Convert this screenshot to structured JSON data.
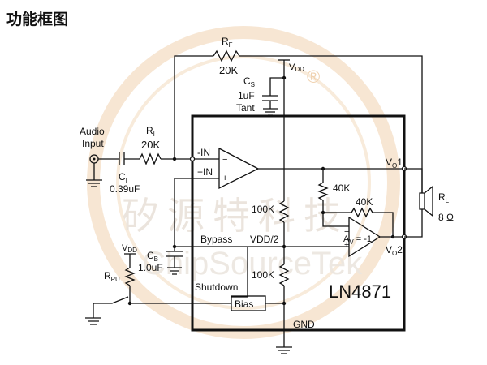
{
  "title": "功能框图",
  "watermark": {
    "chinese": "矽源特科技",
    "english": "ChipSourceTek",
    "registered": "®",
    "color": "#f3d9b8"
  },
  "chip": {
    "name": "LN4871"
  },
  "labels": {
    "rf": "RF",
    "rf_value": "20K",
    "vdd_top": "VDD",
    "cs": "CS",
    "cs_value": "1uF",
    "cs_type": "Tant",
    "audio_input_line1": "Audio",
    "audio_input_line2": "Input",
    "ri": "RI",
    "ri_value": "20K",
    "ci": "CI",
    "ci_value": "0.39uF",
    "minus_in": "-IN",
    "plus_in": "+IN",
    "vo1": "VO1",
    "vo2": "VO2",
    "r_40k_a": "40K",
    "r_40k_b": "40K",
    "r_100k_top": "100K",
    "r_100k_bottom": "100K",
    "bypass": "Bypass",
    "vdd_half": "VDD/2",
    "cb": "CB",
    "cb_value": "1.0uF",
    "vdd_left": "VDD",
    "rpu": "RPU",
    "shutdown": "Shutdown",
    "bias": "Bias",
    "gnd": "GND",
    "rl": "RL",
    "rl_value": "8 Ω",
    "av": "AV = -1",
    "op_minus": "−",
    "op_plus": "+"
  }
}
